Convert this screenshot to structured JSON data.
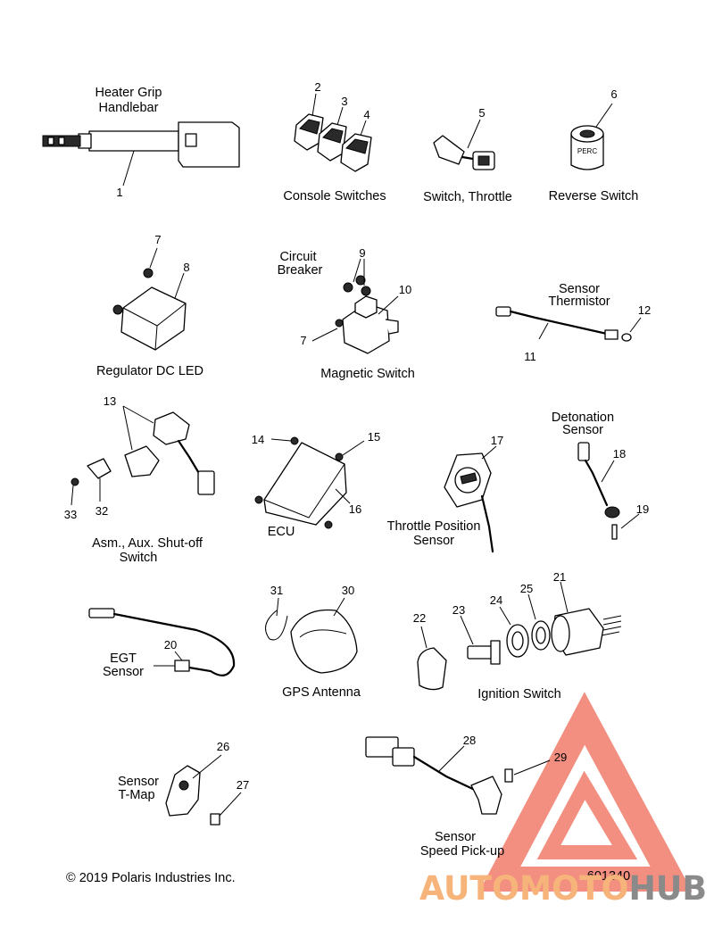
{
  "captions": {
    "heater_grip_line1": "Heater Grip",
    "heater_grip_line2": "Handlebar",
    "console_switches": "Console Switches",
    "switch_throttle": "Switch, Throttle",
    "reverse_switch": "Reverse Switch",
    "circuit_breaker_line1": "Circuit",
    "circuit_breaker_line2": "Breaker",
    "sensor_thermistor_line1": "Sensor",
    "sensor_thermistor_line2": "Thermistor",
    "regulator_dc_led": "Regulator DC LED",
    "magnetic_switch": "Magnetic Switch",
    "detonation_sensor_line1": "Detonation",
    "detonation_sensor_line2": "Sensor",
    "ecu": "ECU",
    "throttle_position_line1": "Throttle Position",
    "throttle_position_line2": "Sensor",
    "aux_shutoff_line1": "Asm., Aux. Shut-off",
    "aux_shutoff_line2": "Switch",
    "egt_sensor_line1": "EGT",
    "egt_sensor_line2": "Sensor",
    "gps_antenna": "GPS Antenna",
    "ignition_switch": "Ignition Switch",
    "tmap_sensor_line1": "Sensor",
    "tmap_sensor_line2": "T-Map",
    "speed_pickup_line1": "Sensor",
    "speed_pickup_line2": "Speed Pick-up"
  },
  "callouts": {
    "c1": "1",
    "c2": "2",
    "c3": "3",
    "c4": "4",
    "c5": "5",
    "c6": "6",
    "c7a": "7",
    "c7b": "7",
    "c8": "8",
    "c9": "9",
    "c10": "10",
    "c11": "11",
    "c12": "12",
    "c13": "13",
    "c14": "14",
    "c15": "15",
    "c16": "16",
    "c17": "17",
    "c18": "18",
    "c19": "19",
    "c20": "20",
    "c21": "21",
    "c22": "22",
    "c23": "23",
    "c24": "24",
    "c25": "25",
    "c26": "26",
    "c27": "27",
    "c28": "28",
    "c29": "29",
    "c30": "30",
    "c31": "31",
    "c32": "32",
    "c33": "33"
  },
  "part_labels": {
    "reverse_switch_marking": "PERC"
  },
  "footer": {
    "copyright": "© 2019 Polaris Industries Inc.",
    "figure_number": "601340"
  },
  "watermark": {
    "brand_part1": "AUTOMOTO",
    "brand_part2": "HUB",
    "color_primary": "#f07c6a",
    "color_secondary": "#f6b37a",
    "color_dark": "#8a8a8a"
  }
}
